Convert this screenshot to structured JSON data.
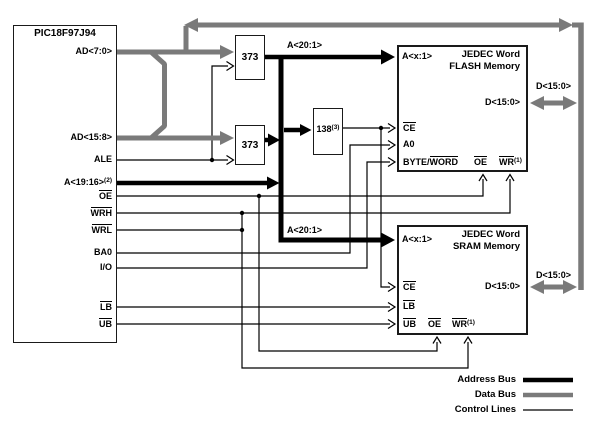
{
  "pic": {
    "title": "PIC18F97J94",
    "pins": {
      "ad70": "AD<7:0>",
      "ad158": "AD<15:8>",
      "ale": "ALE",
      "a1916": "A<19:16>",
      "a1916_sup": "(2)",
      "oe": "OE",
      "wrh": "WRH",
      "wrl": "WRL",
      "ba0": "BA0",
      "io": "I/O",
      "lb": "LB",
      "ub": "UB"
    }
  },
  "latches": {
    "l1": "373",
    "l2": "373"
  },
  "decoder": {
    "label": "138",
    "sup": "(3)"
  },
  "bus": {
    "a201_top": "A<20:1>",
    "a201_bottom": "A<20:1>",
    "d150_flash": "D<15:0>",
    "d150_sram": "D<15:0>"
  },
  "flash": {
    "title1": "JEDEC Word",
    "title2": "FLASH Memory",
    "a": "A<x:1>",
    "d": "D<15:0>",
    "ce": "CE",
    "a0": "A0",
    "byte": "BYTE/",
    "word": "WORD",
    "oe": "OE",
    "wr": "WR",
    "wr_sup": "(1)"
  },
  "sram": {
    "title1": "JEDEC Word",
    "title2": "SRAM Memory",
    "a": "A<x:1>",
    "d": "D<15:0>",
    "ce": "CE",
    "lb": "LB",
    "ub": "UB",
    "oe": "OE",
    "wr": "WR",
    "wr_sup": "(1)"
  },
  "legend": {
    "address": "Address Bus",
    "data": "Data Bus",
    "control": "Control Lines"
  },
  "colors": {
    "address_bus": "#000000",
    "data_bus": "#7a7a7a",
    "control_lines": "#000000"
  }
}
